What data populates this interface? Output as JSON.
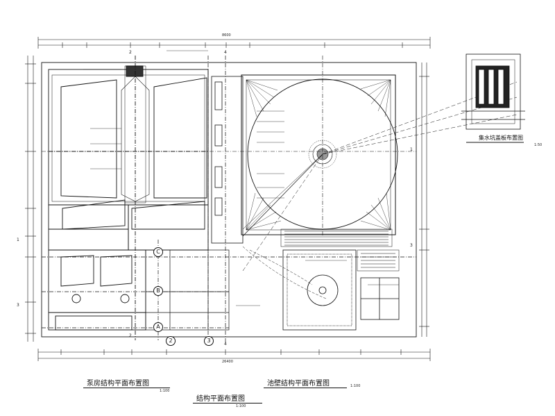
{
  "titles": {
    "left_plan": "泵房结构平面布置图",
    "right_plan": "池壁结构平面布置图",
    "bottom_plan": "结构平面布置图",
    "detail": "集水坑盖板布置图"
  },
  "scales": {
    "left_plan": "1:100",
    "right_plan": "1:100",
    "bottom_plan": "1:100",
    "detail": "1:50"
  },
  "axis_labels": {
    "top_2": "2",
    "top_4": "4",
    "bottom_2": "2",
    "bottom_4": "4",
    "circ_c": "C",
    "circ_b": "B",
    "circ_a": "A",
    "circ_2": "2",
    "circ_3": "3",
    "left_1": "1",
    "left_3": "3",
    "right_1": "1",
    "right_3": "3"
  },
  "dimensions": {
    "overall_top": "8600",
    "overall_bottom": "26400"
  },
  "colors": {
    "line": "#111111",
    "hatch": "#333333",
    "background": "#ffffff"
  }
}
